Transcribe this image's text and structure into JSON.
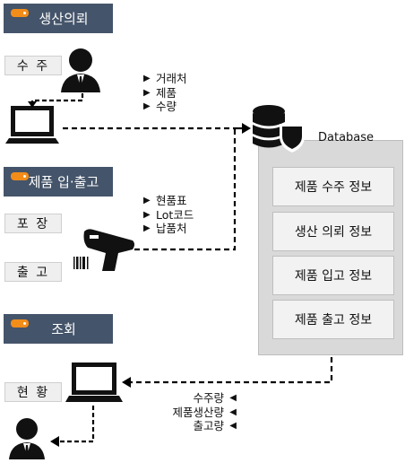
{
  "sections": {
    "production_request": "생산의뢰",
    "product_io": "제품 입·출고",
    "inquiry": "조회"
  },
  "labels": {
    "order": "수 주",
    "packing": "포 장",
    "shipping": "출 고",
    "status": "현 황"
  },
  "order_fields": [
    "거래처",
    "제품",
    "수량"
  ],
  "scan_fields": [
    "현품표",
    "Lot코드",
    "납품처"
  ],
  "report_fields": [
    "수주량",
    "제품생산량",
    "출고량"
  ],
  "database": {
    "title": "Database",
    "items": [
      "제품 수주 정보",
      "생산 의뢰 정보",
      "제품 입고 정보",
      "제품 출고 정보"
    ]
  },
  "icons": {
    "person": "person-icon",
    "laptop": "laptop-icon",
    "scanner": "barcode-scanner-icon",
    "database": "database-shield-icon"
  },
  "colors": {
    "section_bg": "#44546a",
    "tag": "#f28d1a",
    "db_panel": "#d9d9d9"
  }
}
